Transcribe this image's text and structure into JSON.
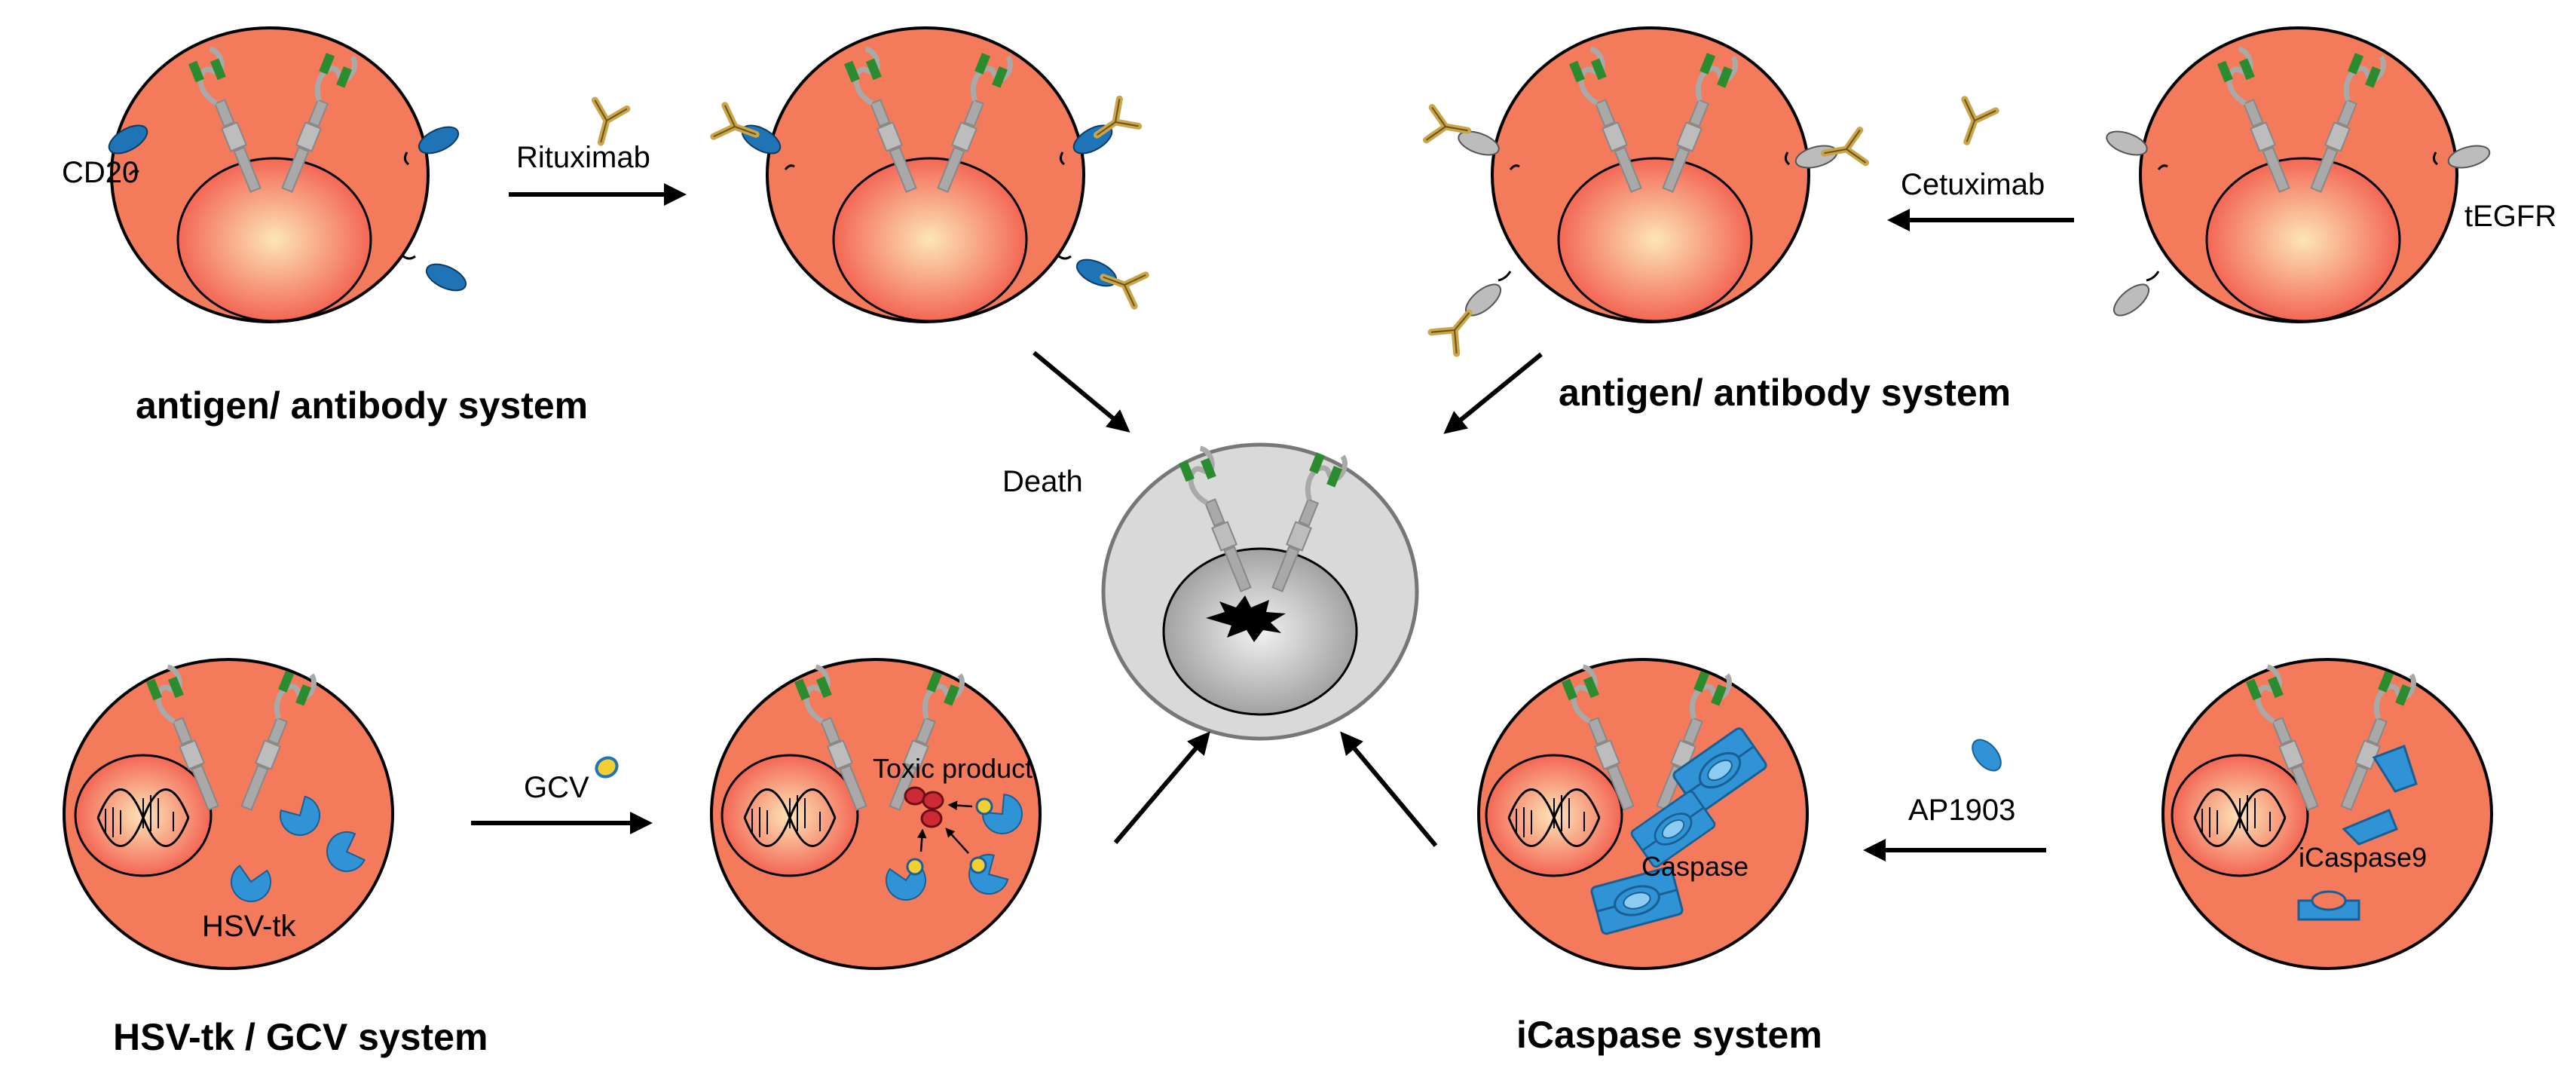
{
  "labels": {
    "cd20": "CD20",
    "rituximab": "Rituximab",
    "cetuximab": "Cetuximab",
    "tegfr": "tEGFR",
    "death": "Death",
    "gcv": "GCV",
    "hsv_tk": "HSV-tk",
    "toxic_product": "Toxic product",
    "caspase": "Caspase",
    "ap1903": "AP1903",
    "icaspase9": "iCaspase9"
  },
  "systems": {
    "antibody_left": "antigen/ antibody system",
    "antibody_right": "antigen/ antibody system",
    "hsv_gcv": "HSV-tk / GCV system",
    "icaspase": "iCaspase system"
  },
  "colors": {
    "cell_fill": "#f47a5c",
    "nucleus_center": "#fde6b8",
    "nucleus_edge": "#f25a4a",
    "dead_cell": "#d9d9d9",
    "receptor_grey": "#a9a9a9",
    "scfv_green": "#2a8c2e",
    "cd20_blue": "#1f73b7",
    "antibody_gold": "#caa54a",
    "tk_blue": "#2f93d6",
    "gcv_yellow": "#f2d033",
    "toxic_red": "#cc2a35"
  }
}
